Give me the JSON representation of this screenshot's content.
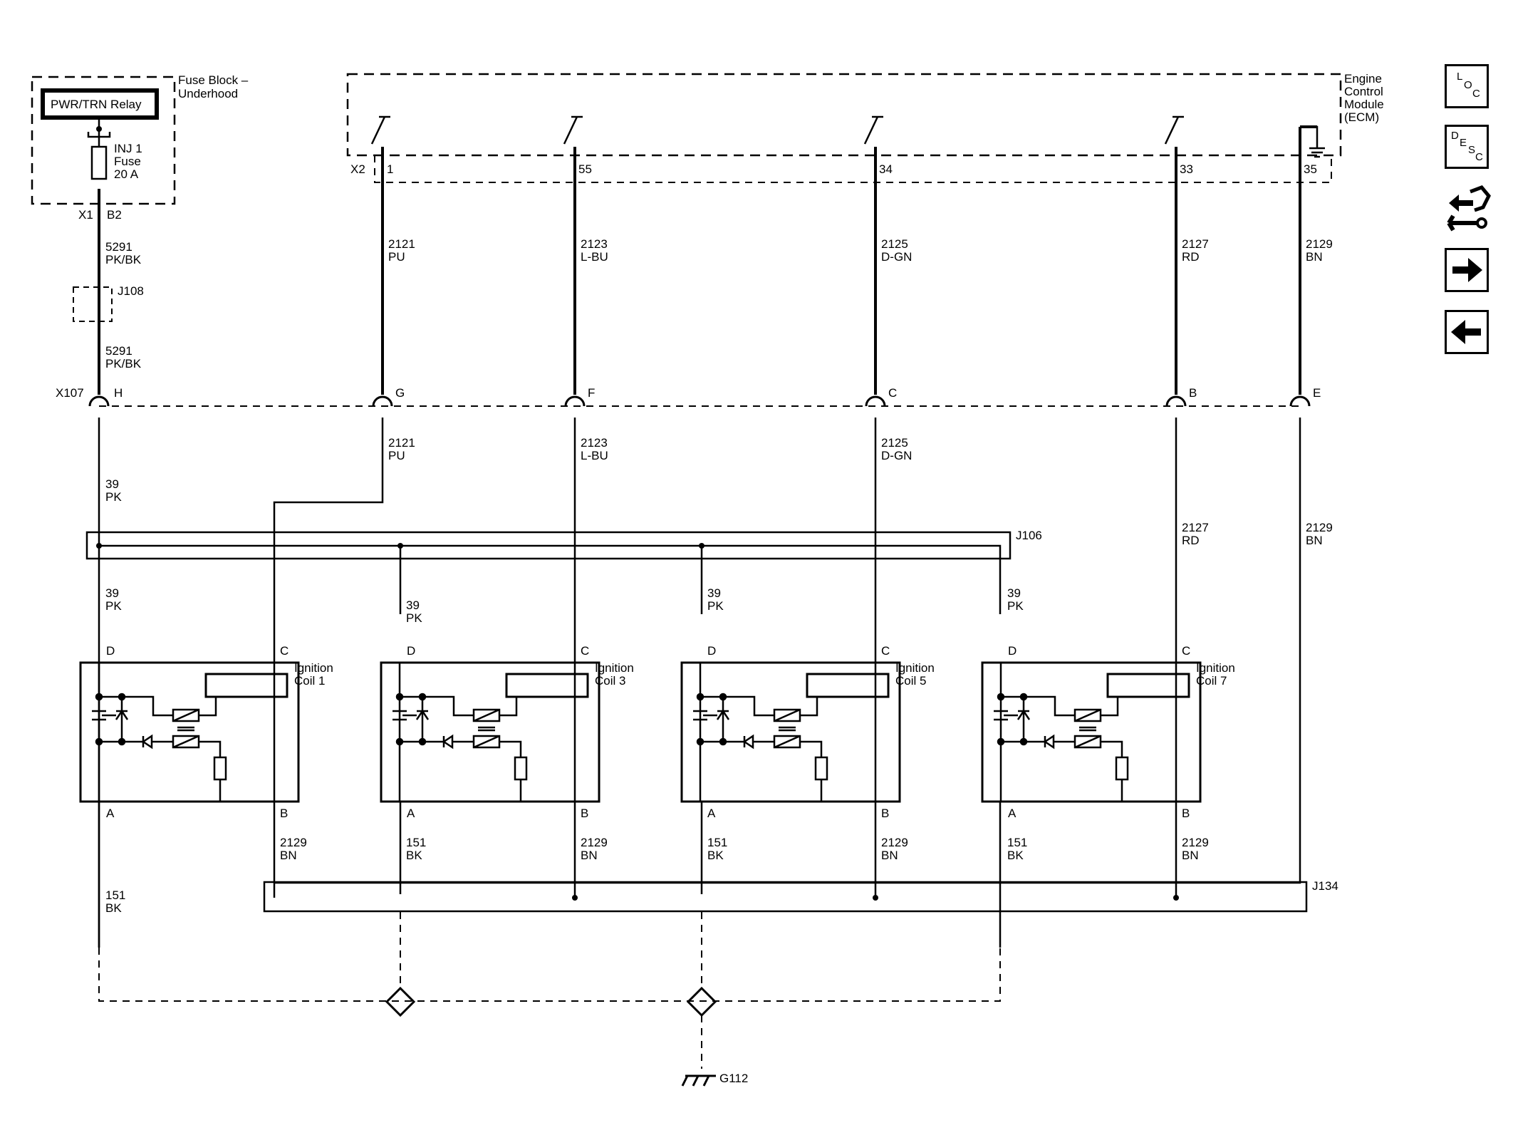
{
  "fuse_block": {
    "title_line1": "Fuse Block –",
    "title_line2": "Underhood",
    "relay_label": "PWR/TRN Relay",
    "fuse_name": "INJ 1",
    "fuse_word": "Fuse",
    "fuse_rating": "20 A",
    "connector": "X1",
    "pin": "B2"
  },
  "ecm": {
    "title_line1": "Engine",
    "title_line2": "Control",
    "title_line3": "Module",
    "title_line4": "(ECM)",
    "connector": "X2",
    "pins": [
      "1",
      "55",
      "34",
      "33",
      "35"
    ]
  },
  "wires_top": [
    {
      "circuit": "2121",
      "color": "PU"
    },
    {
      "circuit": "2123",
      "color": "L-BU"
    },
    {
      "circuit": "2125",
      "color": "D-GN"
    },
    {
      "circuit": "2127",
      "color": "RD"
    },
    {
      "circuit": "2129",
      "color": "BN"
    }
  ],
  "supply_wire": {
    "circuit": "5291",
    "color": "PK/BK"
  },
  "splice_j108": "J108",
  "connector_x107": {
    "name": "X107",
    "pins": [
      "H",
      "G",
      "F",
      "C",
      "B",
      "E"
    ]
  },
  "wires_mid": [
    {
      "circuit": "2121",
      "color": "PU"
    },
    {
      "circuit": "2123",
      "color": "L-BU"
    },
    {
      "circuit": "2125",
      "color": "D-GN"
    },
    {
      "circuit": "2127",
      "color": "RD"
    },
    {
      "circuit": "2129",
      "color": "BN"
    }
  ],
  "pk_wire": {
    "circuit": "39",
    "color": "PK"
  },
  "splice_j106": "J106",
  "splice_j134": "J134",
  "coils": [
    {
      "name_line1": "Ignition",
      "name_line2": "Coil 1"
    },
    {
      "name_line1": "Ignition",
      "name_line2": "Coil 3"
    },
    {
      "name_line1": "Ignition",
      "name_line2": "Coil 5"
    },
    {
      "name_line1": "Ignition",
      "name_line2": "Coil 7"
    }
  ],
  "coil_pins": {
    "d": "D",
    "c": "C",
    "a": "A",
    "b": "B"
  },
  "ground_wire": {
    "circuit": "151",
    "color": "BK"
  },
  "bn_wire": {
    "circuit": "2129",
    "color": "BN"
  },
  "ground": "G112",
  "nav": {
    "loc_l": "L",
    "loc_o": "O",
    "loc_c": "C",
    "desc_d": "D",
    "desc_e": "E",
    "desc_s": "S",
    "desc_c": "C"
  }
}
